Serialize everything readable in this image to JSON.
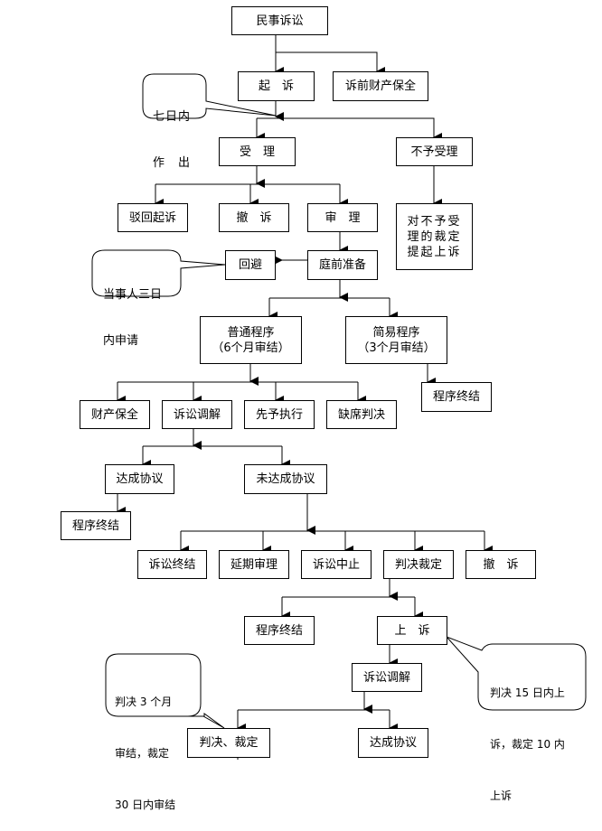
{
  "title": "民事诉讼",
  "nodes": {
    "civil_litigation": "民事诉讼",
    "file_suit": "起　诉",
    "pre_suit_preservation": "诉前财产保全",
    "accept": "受　理",
    "reject_accept": "不予受理",
    "dismiss": "驳回起诉",
    "withdraw_1": "撤　诉",
    "trial": "审　理",
    "appeal_rejection": [
      "对不予受",
      "理的裁定",
      "提起上诉"
    ],
    "recusal": "回避",
    "pretrial_prep": "庭前准备",
    "ordinary_procedure": [
      "普通程序",
      "（6个月审结）"
    ],
    "simple_procedure": [
      "简易程序",
      "（3个月审结）"
    ],
    "end_simple": "程序终结",
    "property_preservation": "财产保全",
    "mediation_1": "诉讼调解",
    "advance_execution": "先予执行",
    "default_judgment": "缺席判决",
    "agreement_1": "达成协议",
    "no_agreement": "未达成协议",
    "end_agreement": "程序终结",
    "litigation_termination": "诉讼终结",
    "postponed_trial": "延期审理",
    "litigation_suspension": "诉讼中止",
    "judgment_ruling": "判决裁定",
    "withdraw_2": "撤　诉",
    "end_judgment": "程序终结",
    "appeal": "上　诉",
    "mediation_2": "诉讼调解",
    "final_judgment": "判决、裁定",
    "agreement_2": "达成协议"
  },
  "callouts": {
    "seven_days": [
      "七日内",
      "作　出"
    ],
    "three_days": [
      "当事人三日",
      "内申请"
    ],
    "appeal_deadline": [
      "判决 15 日内上",
      "诉，裁定 10 内",
      "上诉"
    ],
    "second_instance_deadline": [
      "判决 3 个月",
      "审结，裁定",
      "30 日内审结"
    ]
  },
  "colors": {
    "line": "#000000",
    "background": "#ffffff"
  }
}
